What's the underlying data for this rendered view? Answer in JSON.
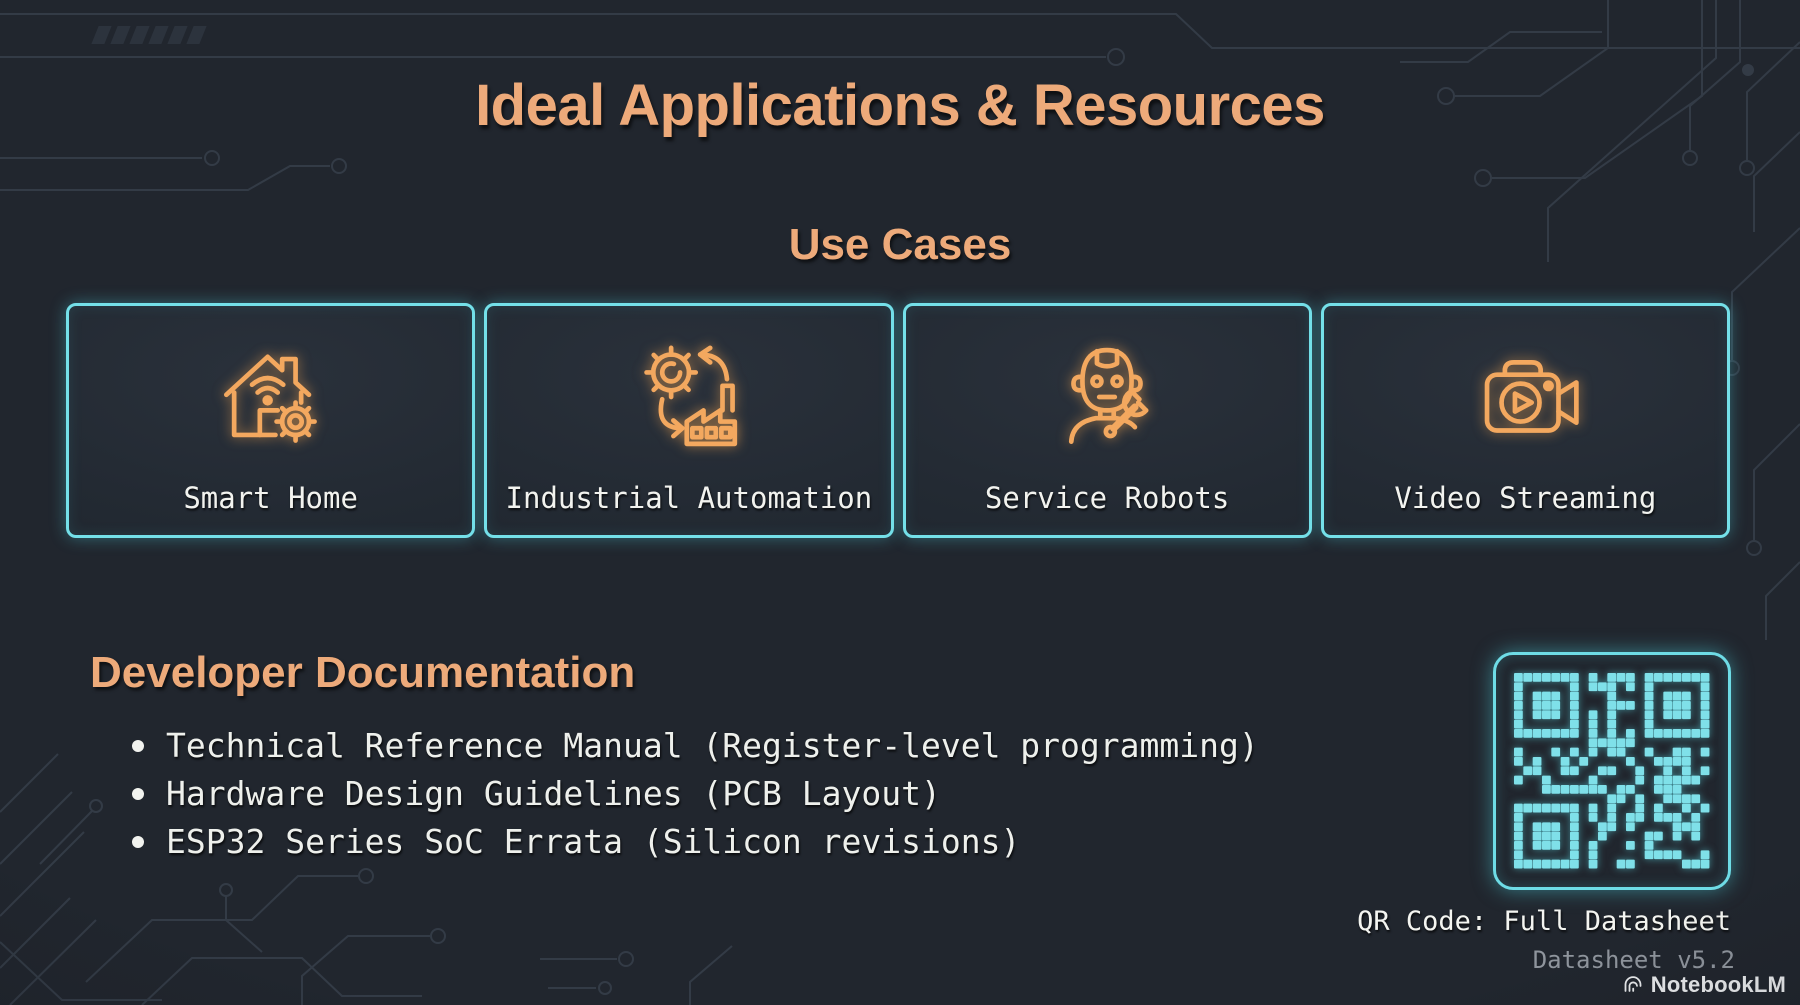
{
  "slide": {
    "title": "Ideal Applications & Resources",
    "use_cases": {
      "heading": "Use Cases",
      "cards": [
        {
          "label": "Smart Home",
          "icon": "smart-home-icon"
        },
        {
          "label": "Industrial Automation",
          "icon": "industrial-automation-icon"
        },
        {
          "label": "Service Robots",
          "icon": "service-robots-icon"
        },
        {
          "label": "Video Streaming",
          "icon": "video-streaming-icon"
        }
      ]
    },
    "documentation": {
      "heading": "Developer Documentation",
      "items": [
        "Technical Reference Manual (Register-level programming)",
        "Hardware Design Guidelines (PCB Layout)",
        "ESP32 Series SoC Errata (Silicon revisions)"
      ]
    },
    "qr": {
      "caption": "QR Code: Full Datasheet",
      "version_label": "Datasheet v5.2"
    },
    "watermark": "NotebookLM",
    "colors": {
      "background": "#21262e",
      "accent_orange": "#edaa7a",
      "icon_orange": "#f3a85f",
      "accent_cyan": "#74e0e9",
      "text_white": "#f2f3ef",
      "text_gray": "#8f959d",
      "circuit_line": "#3a434f"
    }
  }
}
